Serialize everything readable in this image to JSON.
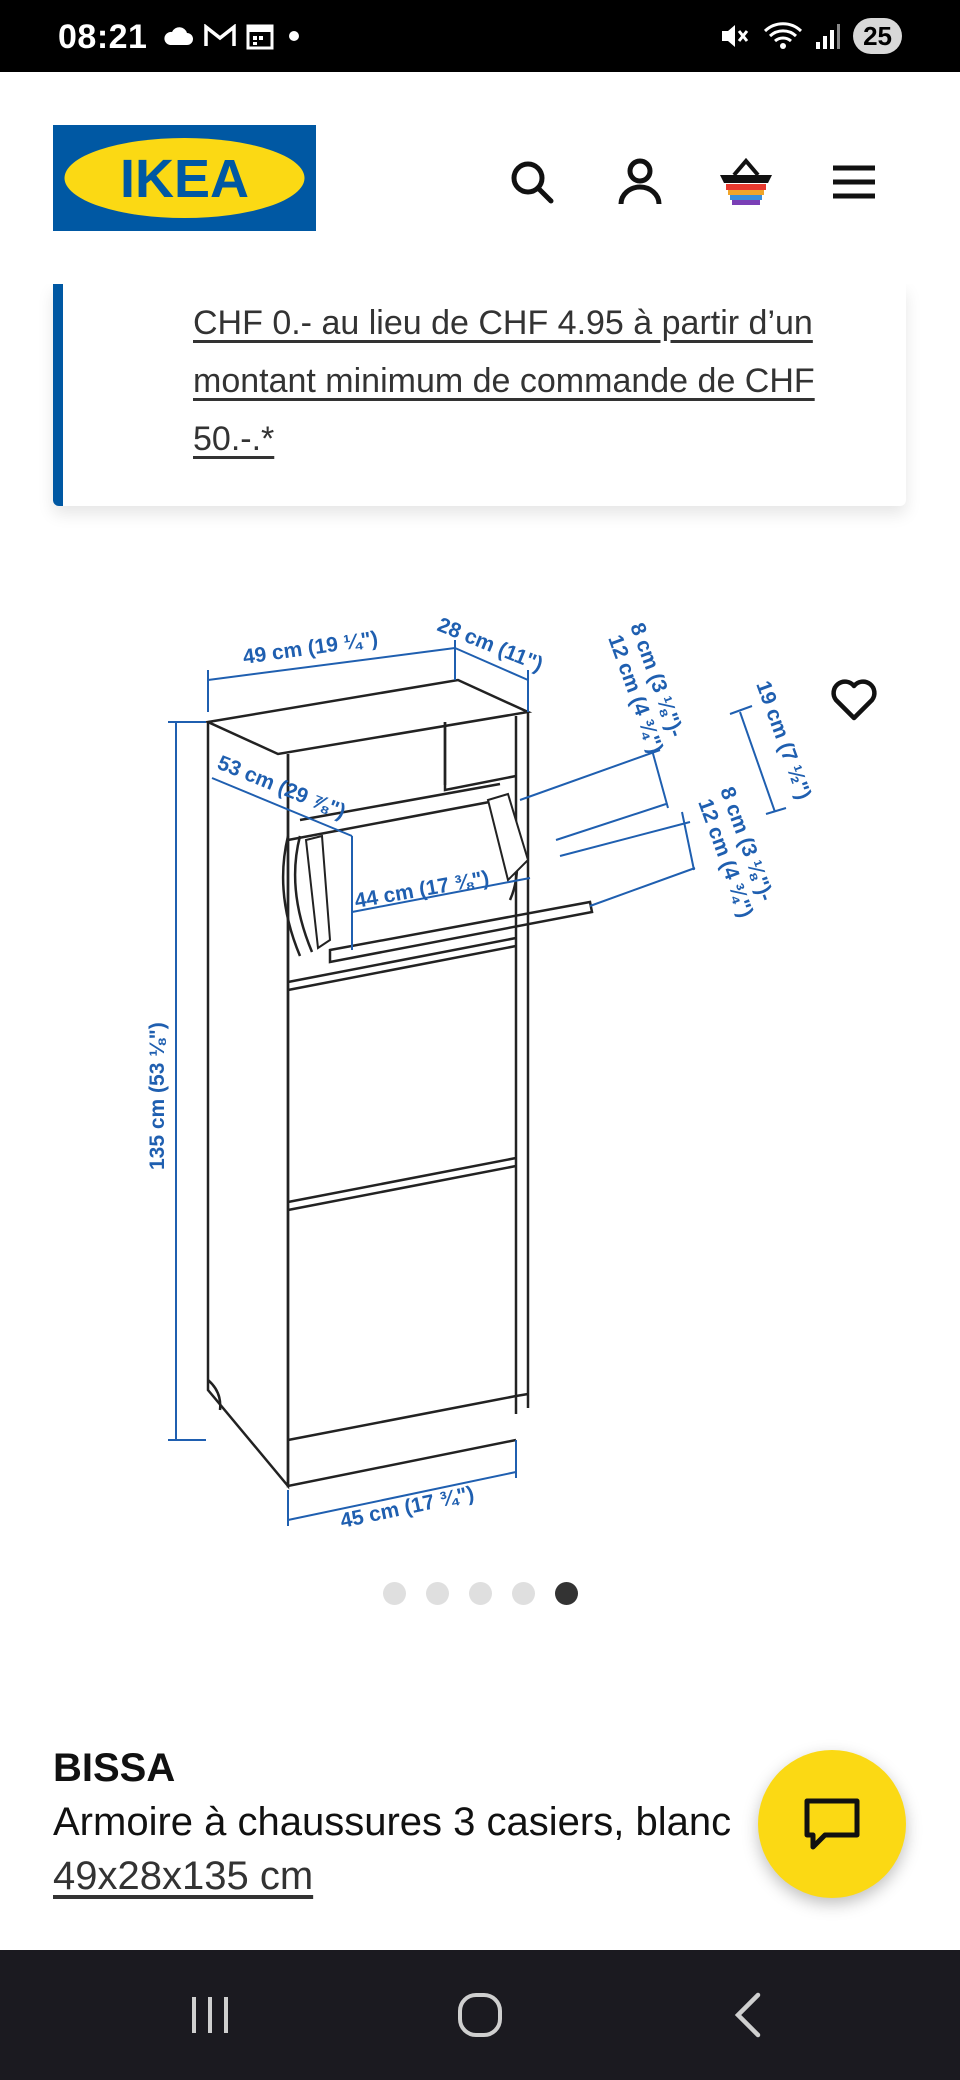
{
  "status_bar": {
    "time": "08:21",
    "battery": "25",
    "left_icons": [
      "cloud-icon",
      "gmail-icon",
      "calendar-icon",
      "dot-icon"
    ],
    "right_icons": [
      "mute-icon",
      "wifi-icon",
      "signal-icon"
    ]
  },
  "header": {
    "logo_text": "IKEA",
    "icons": [
      "search-icon",
      "account-icon",
      "cart-icon",
      "menu-icon"
    ]
  },
  "promo": {
    "text": "CHF 0.- au lieu de CHF 4.95 à partir d’un montant minimum de commande de CHF 50.-.*"
  },
  "diagram": {
    "labels": {
      "width_top": "49 cm (19 ¼\")",
      "depth_top": "28 cm (11\")",
      "height": "135 cm (53 ⅛\")",
      "diag": "53 cm (29 ⅞\")",
      "inner_width": "44 cm (17 ⅜\")",
      "bottom_width": "45 cm (17 ¾\")",
      "right_a_line1": "8 cm (3 ⅛\")-",
      "right_a_line2": "12 cm (4 ¾\")",
      "right_b": "19 cm (7 ½\")",
      "right_c_line1": "8 cm (3 ⅛\")-",
      "right_c_line2": "12 cm (4 ¾\")"
    }
  },
  "carousel": {
    "count": 5,
    "active_index": 4
  },
  "product": {
    "name": "BISSA",
    "description": "Armoire à chaussures 3 casiers, blanc",
    "dimensions": "49x28x135 cm"
  },
  "colors": {
    "ikea_blue": "#0058a3",
    "ikea_yellow": "#fbd914",
    "dimension_blue": "#1f5fb0"
  }
}
